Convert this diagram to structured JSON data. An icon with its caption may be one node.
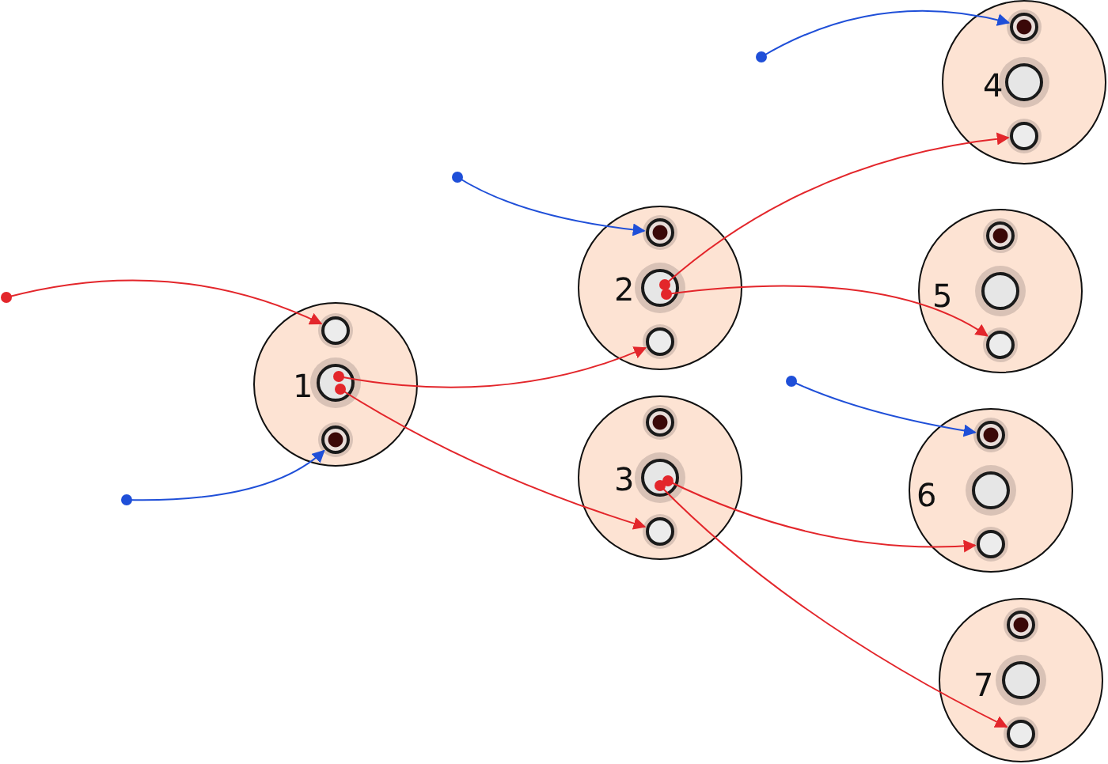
{
  "diagram": {
    "nodes": [
      {
        "text": [
          "1"
        ]
      },
      {
        "text": [],
        "shape": "circle",
        "in": 0
      },
      {
        "text": [],
        "shape": "circle",
        "in": 0
      },
      {
        "text": [],
        "shape": "circle",
        "in": 0
      },
      {
        "text": [
          "2"
        ]
      },
      {
        "text": [],
        "shape": "circle",
        "in": 4
      },
      {
        "text": [],
        "shape": "circle",
        "in": 4
      },
      {
        "text": [],
        "shape": "circle",
        "in": 4
      },
      {
        "text": [
          "3"
        ]
      },
      {
        "text": [],
        "shape": "circle",
        "in": 8
      },
      {
        "text": [],
        "shape": "circle",
        "in": 8
      },
      {
        "text": [],
        "shape": "circle",
        "in": 8
      },
      {
        "text": [
          "4"
        ]
      },
      {
        "text": [],
        "shape": "circle",
        "in": 12
      },
      {
        "text": [],
        "shape": "circle",
        "in": 12
      },
      {
        "text": [],
        "shape": "circle",
        "in": 12
      },
      {
        "text": [
          "5"
        ]
      },
      {
        "text": [],
        "shape": "circle",
        "in": 16
      },
      {
        "text": [],
        "shape": "circle",
        "in": 16
      },
      {
        "text": [],
        "shape": "circle",
        "in": 16
      },
      {
        "text": [
          "6"
        ]
      },
      {
        "text": [],
        "shape": "circle",
        "in": 20
      },
      {
        "text": [],
        "shape": "circle",
        "in": 20
      },
      {
        "text": [],
        "shape": "circle",
        "in": 20
      },
      {
        "text": [
          "7"
        ]
      },
      {
        "text": [],
        "shape": "circle",
        "in": 24
      },
      {
        "text": [],
        "shape": "circle",
        "in": 24
      },
      {
        "text": [],
        "shape": "circle",
        "in": 24
      }
    ],
    "edges": [
      {
        "from": null,
        "to": 1,
        "arrow": "to"
      },
      {
        "from": null,
        "to": 3,
        "arrow": "to",
        "color": "#1f4fd8"
      },
      {
        "from": 2,
        "to": 7,
        "arrow": "to"
      },
      {
        "from": 2,
        "to": 11,
        "arrow": "to"
      },
      {
        "from": null,
        "to": 5,
        "arrow": "to",
        "color": "#1f4fd8"
      },
      {
        "from": 6,
        "to": 15,
        "arrow": "to"
      },
      {
        "from": 6,
        "to": 19,
        "arrow": "to"
      },
      {
        "from": null,
        "to": 13,
        "arrow": "to",
        "color": "#1f4fd8"
      },
      {
        "from": null,
        "to": 21,
        "arrow": "to",
        "color": "#1f4fd8"
      },
      {
        "from": 10,
        "to": 23,
        "arrow": "to"
      },
      {
        "from": 10,
        "to": 27,
        "arrow": "to"
      }
    ]
  }
}
